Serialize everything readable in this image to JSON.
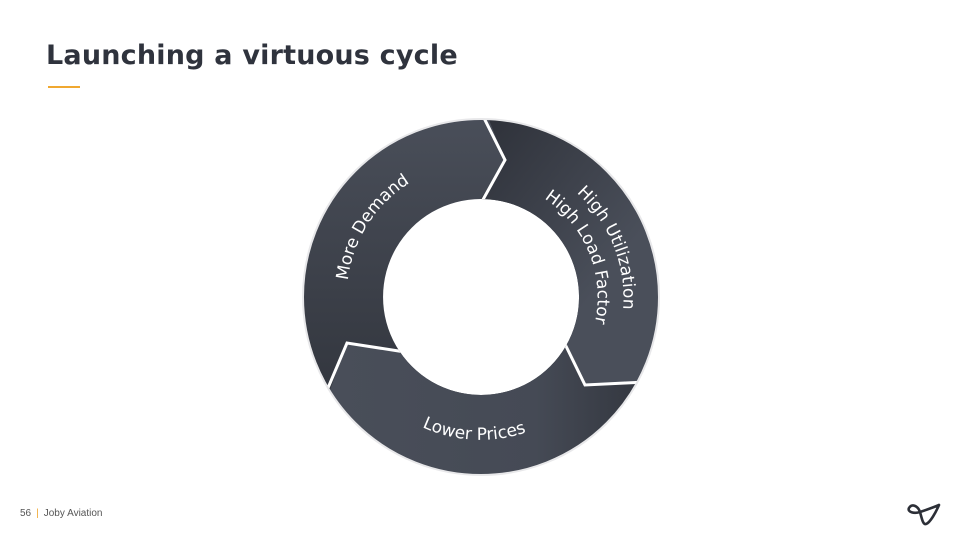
{
  "title": "Launching a virtuous cycle",
  "cycle": {
    "segments": [
      {
        "label": "More Demand"
      },
      {
        "label_line1": "High Utilization",
        "label_line2": "High Load Factor"
      },
      {
        "label": "Lower Prices"
      }
    ]
  },
  "footer": {
    "page_number": "56",
    "separator": "|",
    "company": "Joby Aviation"
  },
  "colors": {
    "ring_light": "#4a4f5a",
    "ring_dark": "#2c2f37",
    "accent": "#f0a830",
    "title": "#2f333d"
  }
}
